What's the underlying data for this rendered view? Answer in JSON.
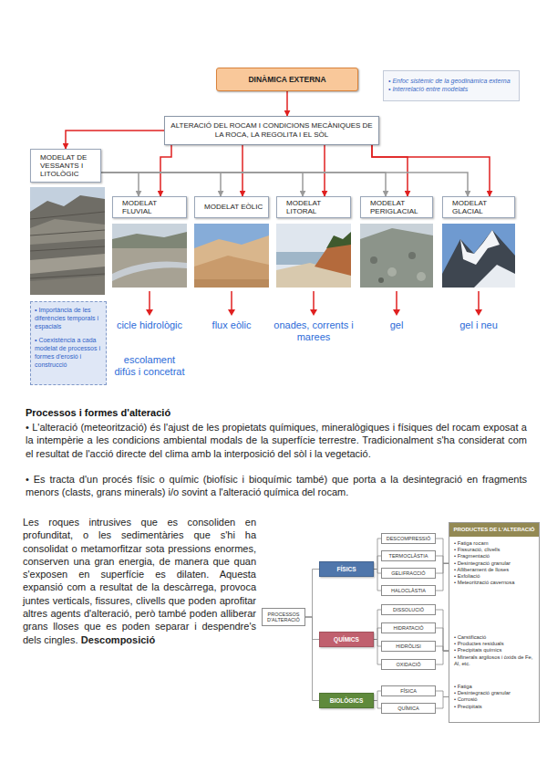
{
  "diagram": {
    "nodes": [
      {
        "text": [
          "DINÀMICA EXTERNA"
        ]
      },
      {
        "text": [
          "• Enfoc sistèmic de la geodinàmica externa",
          "• Interrelació entre modelats"
        ]
      },
      {
        "text": [
          "ALTERACIÓ DEL ROCAM I CONDICIONS MECÀNIQUES DE LA ROCA, LA REGOLITA I EL SÒL"
        ]
      },
      {
        "text": [
          "MODELAT DE VESSANTS I LITOLÒGIC"
        ]
      },
      {
        "text": [
          "• Importància de les diferències temporals i espacials",
          "• Coexistència a cada modelat de processos i formes d'erosió i construcció"
        ]
      },
      {
        "text": [
          "MODELAT FLUVIAL"
        ]
      },
      {
        "text": [
          "MODELAT EÒLIC"
        ]
      },
      {
        "text": [
          "MODELAT LITORAL"
        ]
      },
      {
        "text": [
          "MODELAT PERIGLACIAL"
        ]
      },
      {
        "text": [
          "MODELAT GLACIAL"
        ]
      },
      {
        "text": [
          "PROCESSOS D'ALTERACIÓ"
        ]
      },
      {
        "text": [
          "FÍSICS"
        ]
      },
      {
        "text": [
          "DESCOMPRESSIÓ"
        ]
      },
      {
        "text": [
          "TERMOCLÀSTIA"
        ]
      },
      {
        "text": [
          "GELIFRACCIÓ"
        ]
      },
      {
        "text": [
          "HALOCLÀSTIA"
        ]
      },
      {
        "text": [
          "QUÍMICS"
        ]
      },
      {
        "text": [
          "DISSOLUCIÓ"
        ]
      },
      {
        "text": [
          "HIDRATACIÓ"
        ]
      },
      {
        "text": [
          "HIDRÒLISI"
        ]
      },
      {
        "text": [
          "OXIDACIÓ"
        ]
      },
      {
        "text": [
          "BIOLÒGICS"
        ]
      },
      {
        "text": [
          "FÍSICA"
        ]
      },
      {
        "text": [
          "QUÍMICA"
        ]
      },
      {
        "text": [
          "• Fatiga rocam",
          "• Fissuració, clivells",
          "• Fragmentació",
          "• Desintegració granular",
          "• Alliberament de lloses",
          "• Exfoliació",
          "• Meteorització cavernosa",
          "• Carstificació",
          "• Productes residuals",
          "• Precipitats químics",
          "• Minerals argilosos i òxids de Fe, Al, etc.",
          "• Fatiga",
          "• Desintegració granular",
          "• Corrosió",
          "• Precipitats"
        ]
      },
      {
        "text": [
          "PRODUCTES DE L'ALTERACIÓ"
        ],
        "in": 24
      }
    ],
    "edges": [
      {
        "from": 0,
        "to": 2,
        "arrow": "to"
      },
      {
        "from": 2,
        "to": 3,
        "arrow": "to"
      },
      {
        "from": 2,
        "to": 5,
        "arrow": "to"
      },
      {
        "from": 2,
        "to": 6,
        "arrow": "to"
      },
      {
        "from": 2,
        "to": 7,
        "arrow": "to"
      },
      {
        "from": 2,
        "to": 8,
        "arrow": "to"
      },
      {
        "from": 2,
        "to": 9,
        "arrow": "to"
      },
      {
        "from": 3,
        "to": 5,
        "arrow": "to"
      },
      {
        "from": 3,
        "to": 6,
        "arrow": "to"
      },
      {
        "from": 3,
        "to": 7,
        "arrow": "to"
      },
      {
        "from": 3,
        "to": 8,
        "arrow": "to"
      },
      {
        "from": 3,
        "to": 9,
        "arrow": "to"
      },
      {
        "from": 10,
        "to": 11,
        "arrow": "none"
      },
      {
        "from": 10,
        "to": 16,
        "arrow": "none"
      },
      {
        "from": 10,
        "to": 21,
        "arrow": "none"
      },
      {
        "from": 11,
        "to": 12,
        "arrow": "none"
      },
      {
        "from": 11,
        "to": 13,
        "arrow": "none"
      },
      {
        "from": 11,
        "to": 14,
        "arrow": "none"
      },
      {
        "from": 11,
        "to": 15,
        "arrow": "none"
      },
      {
        "from": 16,
        "to": 17,
        "arrow": "none"
      },
      {
        "from": 16,
        "to": 18,
        "arrow": "none"
      },
      {
        "from": 16,
        "to": 19,
        "arrow": "none"
      },
      {
        "from": 16,
        "to": 20,
        "arrow": "none"
      },
      {
        "from": 21,
        "to": 22,
        "arrow": "none"
      },
      {
        "from": 21,
        "to": 23,
        "arrow": "none"
      },
      {
        "from": 12,
        "to": 24,
        "arrow": "none"
      },
      {
        "from": 13,
        "to": 24,
        "arrow": "none"
      },
      {
        "from": 14,
        "to": 24,
        "arrow": "none"
      },
      {
        "from": 15,
        "to": 24,
        "arrow": "none"
      },
      {
        "from": 17,
        "to": 24,
        "arrow": "none"
      },
      {
        "from": 18,
        "to": 24,
        "arrow": "none"
      },
      {
        "from": 19,
        "to": 24,
        "arrow": "none"
      },
      {
        "from": 20,
        "to": 24,
        "arrow": "none"
      },
      {
        "from": 22,
        "to": 24,
        "arrow": "none"
      },
      {
        "from": 23,
        "to": 24,
        "arrow": "none"
      }
    ],
    "labels": [
      "cicle hidrològic",
      "escolament difús i concetrat",
      "flux eòlic",
      "onades, corrents i marees",
      "gel",
      "gel i neu",
      "Processos i formes d'alteració",
      "• L'alteració (meteorització) és l'ajust de les propietats químiques, mineralògiques i físiques del rocam exposat a la intempèrie a les condicions ambiental modals de la superfície terrestre. Tradicionalment s'ha considerat com el resultat de l'acció directe del clima amb la interposició del sòl i la vegetació.",
      "• Es tracta d'un procés físic o químic (biofísic i bioquímic també) que porta a la desintegració en fragments menors (clasts, grans minerals) i/o sovint a l'alteració química del rocam.",
      "Les roques intrusives que es consoliden en profunditat, o les sedimentàries que s'hi ha consolidat o metamorfitzar sota pressions enormes, conserven una gran energia, de manera que quan s'exposen en superfície es dilaten. Aquesta expansió com a resultat de la descàrrega, provoca juntes verticals, fissures, clivells que poden aprofitar altres agents d'alteració, però també poden alliberar grans lloses que es poden separar i despendre's dels cingles.",
      "Descomposició"
    ]
  }
}
